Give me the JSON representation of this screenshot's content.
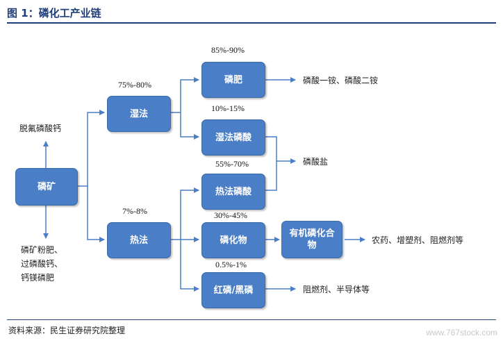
{
  "figure": {
    "title": "图 1：磷化工产业链",
    "source": "资料来源：民生证券研究院整理",
    "watermark": "www.767stock.com"
  },
  "nodes": {
    "phosphate_rock": "磷矿",
    "wet_process": "湿法",
    "thermal_process": "热法",
    "phosphate_fertilizer": "磷肥",
    "wet_phosphoric_acid": "湿法磷酸",
    "thermal_phosphoric_acid": "热法磷酸",
    "phosphides": "磷化物",
    "red_black_phosphorus": "红磷/黑磷",
    "organophosphorus": "有机磷化合物"
  },
  "labels": {
    "defluorinated_calcium": "脱氟磷酸钙",
    "fertilizers_list": [
      "磷矿粉肥、",
      "过磷酸钙、",
      "钙镁磷肥"
    ],
    "ammonium_phosphates": "磷酸一铵、磷酸二铵",
    "phosphates": "磷酸盐",
    "end_uses_organo": "农药、增塑剂、阻燃剂等",
    "end_uses_red": "阻燃剂、半导体等"
  },
  "percentages": {
    "wet": "75%-80%",
    "thermal": "7%-8%",
    "fertilizer": "85%-90%",
    "wet_acid": "10%-15%",
    "thermal_acid": "55%-70%",
    "phosphides": "30%-45%",
    "red_black": "0.5%-1%"
  },
  "colors": {
    "box_fill": "#4a7ec6",
    "arrow": "#4a7ec6",
    "title": "#1f3f7a"
  }
}
